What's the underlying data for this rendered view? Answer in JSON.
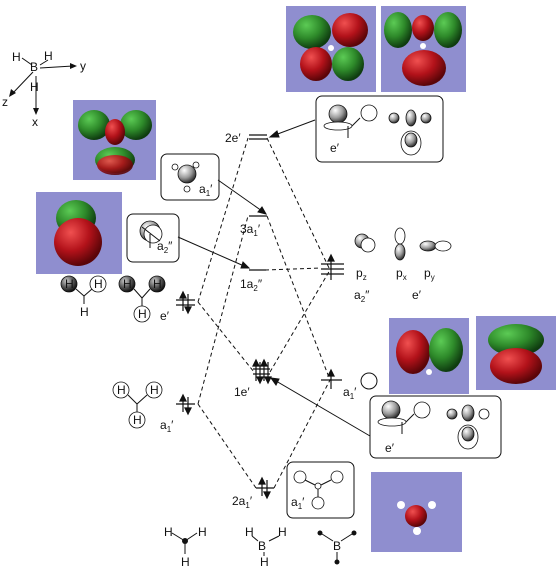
{
  "axes": {
    "b_label": "B",
    "h_label": "H",
    "y_label": "y",
    "z_label": "z",
    "x_label": "x"
  },
  "levels": {
    "e2": {
      "name": "2e",
      "prime": "′"
    },
    "a3": {
      "name": "3a",
      "sub": "1",
      "prime": "′"
    },
    "a2pp": {
      "name": "1a",
      "sub": "2",
      "prime": "″"
    },
    "e1": {
      "name": "1e",
      "prime": "′"
    },
    "a2": {
      "name": "2a",
      "sub": "1",
      "prime": "′"
    }
  },
  "left_fragment": {
    "e": {
      "name": "e",
      "prime": "′"
    },
    "a1": {
      "name": "a",
      "sub": "1",
      "prime": "′"
    }
  },
  "right_fragment": {
    "pz": "p",
    "pz_sub": "z",
    "px": "p",
    "px_sub": "x",
    "py": "p",
    "py_sub": "y",
    "a2pp": {
      "name": "a",
      "sub": "2",
      "prime": "″"
    },
    "e": {
      "name": "e",
      "prime": "′"
    },
    "a1": {
      "name": "a",
      "sub": "1",
      "prime": "′"
    }
  },
  "boxes": {
    "top_right": {
      "label": "e",
      "prime": "′"
    },
    "a1_box": {
      "label": "a",
      "sub": "1",
      "prime": "′"
    },
    "a2_box": {
      "label": "a",
      "sub": "2",
      "prime": "″"
    },
    "mid_right": {
      "label": "e",
      "prime": "′"
    },
    "bottom": {
      "label": "a",
      "sub": "1",
      "prime": "′"
    }
  },
  "bottom_structures": {
    "h3": [
      "H",
      "H",
      "H"
    ],
    "bh3": [
      "B",
      "H",
      "H"
    ],
    "b": "B"
  },
  "colors": {
    "panel": "#8f8ecf",
    "lobe_green": "#2e8a2a",
    "lobe_red": "#b3121a",
    "line": "#111111"
  }
}
